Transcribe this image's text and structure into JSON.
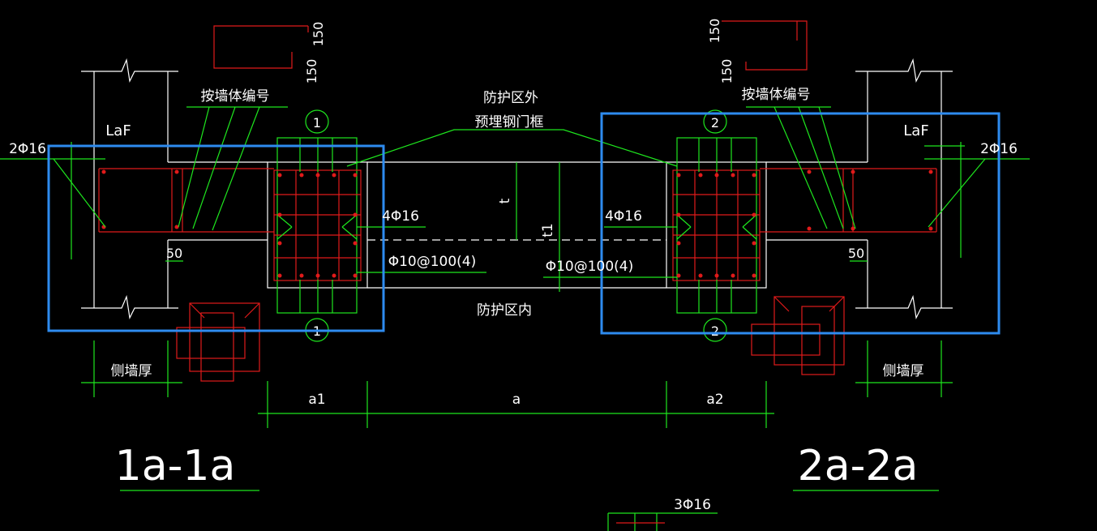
{
  "labels": {
    "section_left": "1a-1a",
    "section_right": "2a-2a",
    "wall_number_left": "按墙体编号",
    "wall_number_right": "按墙体编号",
    "outside_zone": "防护区外",
    "embedded_frame": "预埋钢门框",
    "inside_zone": "防护区内",
    "side_wall_left": "侧墙厚",
    "side_wall_right": "侧墙厚",
    "laf_left": "LaF",
    "laf_right": "LaF",
    "rebar_2phi16_left": "2Φ16",
    "rebar_2phi16_right": "2Φ16",
    "rebar_4phi16_left": "4Φ16",
    "rebar_4phi16_right": "4Φ16",
    "stirrup_left": "Φ10@100(4)",
    "stirrup_right": "Φ10@100(4)",
    "rebar_3phi16": "3Φ16",
    "dim_50_left": "50",
    "dim_50_right": "50",
    "dim_150_a": "150",
    "dim_150_b": "150",
    "dim_150_c": "150",
    "dim_150_d": "150",
    "dim_t": "t",
    "dim_t1": "t1",
    "dim_a1": "a1",
    "dim_a": "a",
    "dim_a2": "a2",
    "marker_1_top": "1",
    "marker_1_bottom": "1",
    "marker_2_top": "2",
    "marker_2_bottom": "2"
  },
  "colors": {
    "background": "#000000",
    "dimension": "#1ee61e",
    "rebar": "#e01a1a",
    "outline": "#ffffff",
    "selection": "#2e8bef"
  }
}
